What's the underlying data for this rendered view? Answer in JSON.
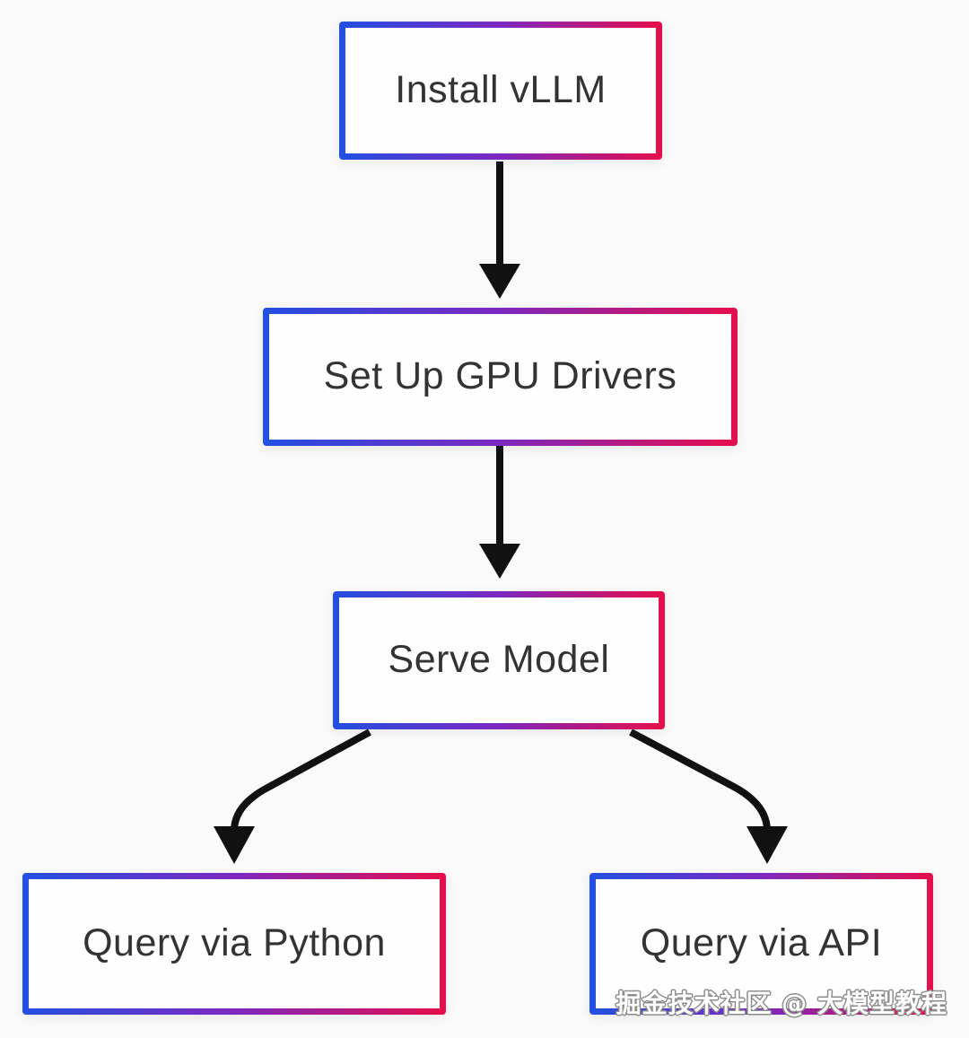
{
  "diagram": {
    "nodes": [
      {
        "id": "install-vllm",
        "label": "Install vLLM"
      },
      {
        "id": "set-up-gpu-drivers",
        "label": "Set Up GPU Drivers"
      },
      {
        "id": "serve-model",
        "label": "Serve Model"
      },
      {
        "id": "query-via-python",
        "label": "Query via Python"
      },
      {
        "id": "query-via-api",
        "label": "Query via API"
      }
    ],
    "edges": [
      {
        "from": "Install vLLM",
        "to": "Set Up GPU Drivers"
      },
      {
        "from": "Set Up GPU Drivers",
        "to": "Serve Model"
      },
      {
        "from": "Serve Model",
        "to": "Query via Python"
      },
      {
        "from": "Serve Model",
        "to": "Query via API"
      }
    ],
    "colors": {
      "border_gradient_start": "#2250e2",
      "border_gradient_mid": "#7d28c0",
      "border_gradient_end": "#e60e4a",
      "arrow": "#111111",
      "node_text": "#333333",
      "node_fill": "#fefefe",
      "page_background": "#fbfafa"
    }
  },
  "watermark": {
    "text": "掘金技术社区 @ 大模型教程"
  }
}
